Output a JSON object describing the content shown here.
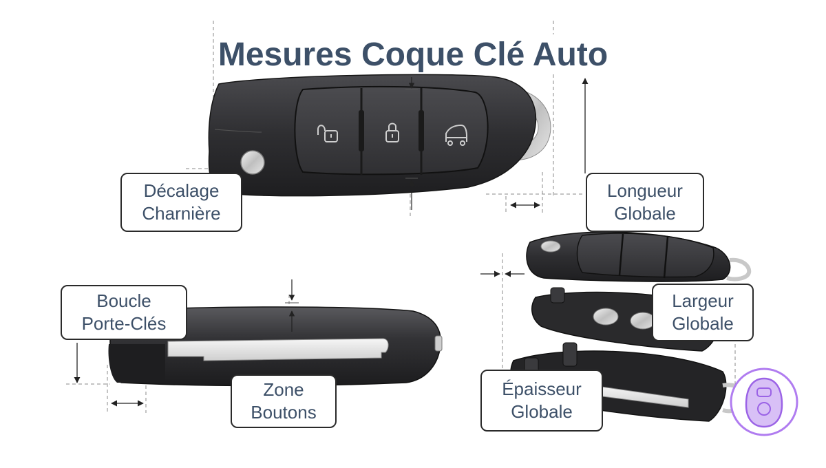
{
  "title": "Mesures Coque Clé Auto",
  "callouts": {
    "hinge_offset": [
      "Décalage",
      "Charnière"
    ],
    "overall_length": [
      "Longueur",
      "Globale"
    ],
    "key_ring_loop": [
      "Boucle",
      "Porte-Clés"
    ],
    "overall_width": [
      "Largeur",
      "Globale"
    ],
    "button_zone": [
      "Zone",
      "Boutons"
    ],
    "overall_thickness": [
      "Épaisseur",
      "Globale"
    ]
  },
  "icons": [
    "unlock-icon",
    "lock-icon",
    "car-trunk-icon",
    "key-fob-badge-icon"
  ],
  "colors": {
    "title": "#3d5068",
    "label_text": "#3d5068",
    "shell_dark": "#2c2c2e",
    "button_pad": "#3a3a3d",
    "chrome": "#d8d8d8",
    "badge_purple": "#b07cf0"
  }
}
